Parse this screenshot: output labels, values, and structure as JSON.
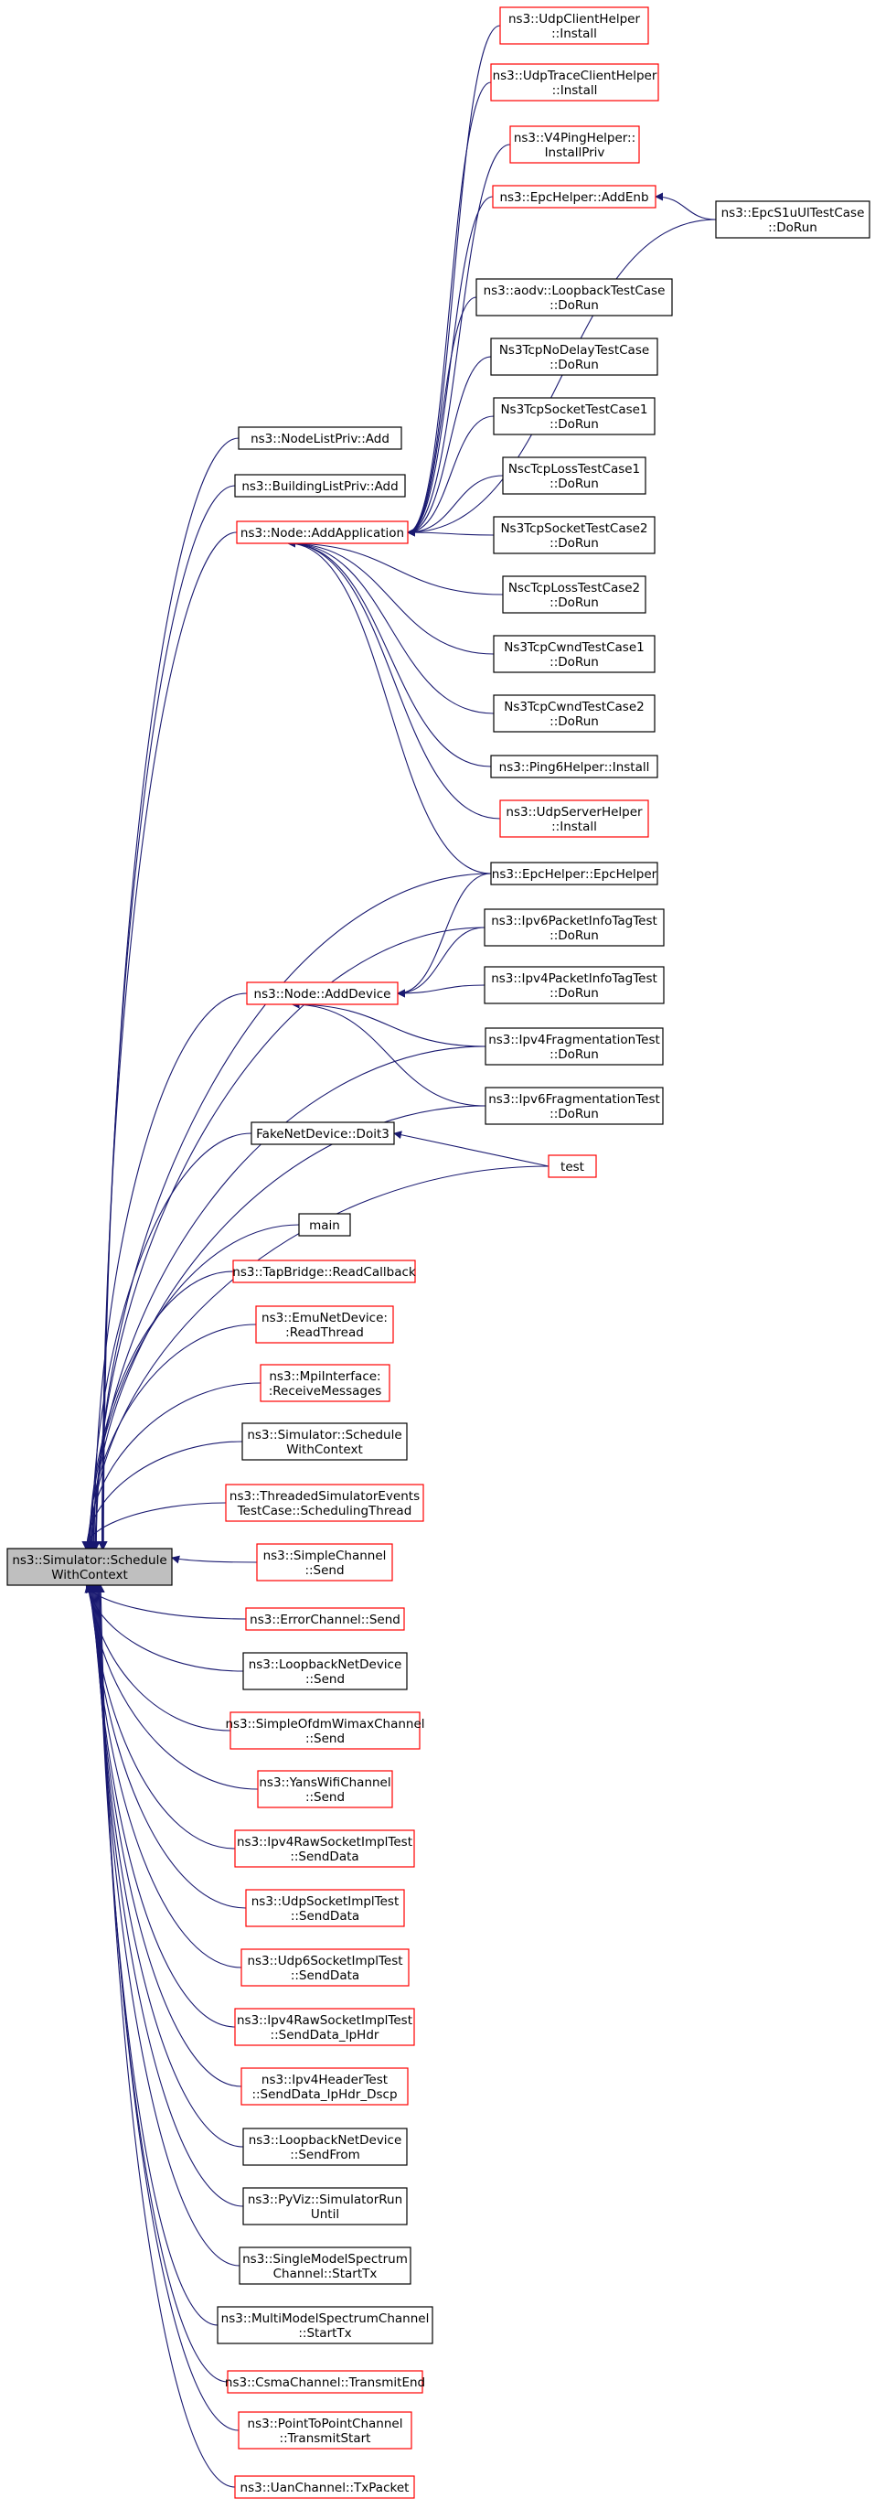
{
  "colors": {
    "edge": "#191970",
    "border_documented": "#000000",
    "border_truncated": "#ff0000",
    "root_fill": "#bfbfbf",
    "node_fill": "#ffffff"
  },
  "nodes": {
    "sim_schedule": {
      "lines": [
        "ns3::Simulator::Schedule",
        "WithContext"
      ],
      "style": "root"
    },
    "udp_client_install": {
      "lines": [
        "ns3::UdpClientHelper",
        "::Install"
      ],
      "style": "truncated"
    },
    "udp_trace_client_install": {
      "lines": [
        "ns3::UdpTraceClientHelper",
        "::Install"
      ],
      "style": "truncated"
    },
    "v4ping_install_priv": {
      "lines": [
        "ns3::V4PingHelper::",
        "InstallPriv"
      ],
      "style": "truncated"
    },
    "epc_add_enb": {
      "lines": [
        "ns3::EpcHelper::AddEnb"
      ],
      "style": "truncated"
    },
    "epc_s1u_doRun": {
      "lines": [
        "ns3::EpcS1uUlTestCase",
        "::DoRun"
      ],
      "style": "normal"
    },
    "aodv_loopback": {
      "lines": [
        "ns3::aodv::LoopbackTestCase",
        "::DoRun"
      ],
      "style": "normal"
    },
    "tcp_nodelay": {
      "lines": [
        "Ns3TcpNoDelayTestCase",
        "::DoRun"
      ],
      "style": "normal"
    },
    "tcp_socket1": {
      "lines": [
        "Ns3TcpSocketTestCase1",
        "::DoRun"
      ],
      "style": "normal"
    },
    "nsc_loss1": {
      "lines": [
        "NscTcpLossTestCase1",
        "::DoRun"
      ],
      "style": "normal"
    },
    "node_list_add": {
      "lines": [
        "ns3::NodeListPriv::Add"
      ],
      "style": "normal"
    },
    "tcp_socket2": {
      "lines": [
        "Ns3TcpSocketTestCase2",
        "::DoRun"
      ],
      "style": "normal"
    },
    "building_list_add": {
      "lines": [
        "ns3::BuildingListPriv::Add"
      ],
      "style": "normal"
    },
    "node_add_app": {
      "lines": [
        "ns3::Node::AddApplication"
      ],
      "style": "truncated"
    },
    "nsc_loss2": {
      "lines": [
        "NscTcpLossTestCase2",
        "::DoRun"
      ],
      "style": "normal"
    },
    "tcp_cwnd1": {
      "lines": [
        "Ns3TcpCwndTestCase1",
        "::DoRun"
      ],
      "style": "normal"
    },
    "tcp_cwnd2": {
      "lines": [
        "Ns3TcpCwndTestCase2",
        "::DoRun"
      ],
      "style": "normal"
    },
    "ping6_install": {
      "lines": [
        "ns3::Ping6Helper::Install"
      ],
      "style": "normal"
    },
    "udp_server_install": {
      "lines": [
        "ns3::UdpServerHelper",
        "::Install"
      ],
      "style": "truncated"
    },
    "epc_helper": {
      "lines": [
        "ns3::EpcHelper::EpcHelper"
      ],
      "style": "normal"
    },
    "ipv6_pkt_info": {
      "lines": [
        "ns3::Ipv6PacketInfoTagTest",
        "::DoRun"
      ],
      "style": "normal"
    },
    "ipv4_pkt_info": {
      "lines": [
        "ns3::Ipv4PacketInfoTagTest",
        "::DoRun"
      ],
      "style": "normal"
    },
    "node_add_device": {
      "lines": [
        "ns3::Node::AddDevice"
      ],
      "style": "truncated"
    },
    "ipv4_frag": {
      "lines": [
        "ns3::Ipv4FragmentationTest",
        "::DoRun"
      ],
      "style": "normal"
    },
    "ipv6_frag": {
      "lines": [
        "ns3::Ipv6FragmentationTest",
        "::DoRun"
      ],
      "style": "normal"
    },
    "fake_doit3": {
      "lines": [
        "FakeNetDevice::Doit3"
      ],
      "style": "normal"
    },
    "test": {
      "lines": [
        "test"
      ],
      "style": "truncated"
    },
    "main": {
      "lines": [
        "main"
      ],
      "style": "normal"
    },
    "tap_read_cb": {
      "lines": [
        "ns3::TapBridge::ReadCallback"
      ],
      "style": "truncated"
    },
    "emu_read_thread": {
      "lines": [
        "ns3::EmuNetDevice:",
        ":ReadThread"
      ],
      "style": "truncated"
    },
    "mpi_recv": {
      "lines": [
        "ns3::MpiInterface:",
        ":ReceiveMessages"
      ],
      "style": "truncated"
    },
    "sim_sched_ctx2": {
      "lines": [
        "ns3::Simulator::Schedule",
        "WithContext"
      ],
      "style": "normal"
    },
    "threaded_sched": {
      "lines": [
        "ns3::ThreadedSimulatorEvents",
        "TestCase::SchedulingThread"
      ],
      "style": "truncated"
    },
    "simple_channel_send": {
      "lines": [
        "ns3::SimpleChannel",
        "::Send"
      ],
      "style": "truncated"
    },
    "error_channel_send": {
      "lines": [
        "ns3::ErrorChannel::Send"
      ],
      "style": "truncated"
    },
    "loopback_send": {
      "lines": [
        "ns3::LoopbackNetDevice",
        "::Send"
      ],
      "style": "normal"
    },
    "ofdm_send": {
      "lines": [
        "ns3::SimpleOfdmWimaxChannel",
        "::Send"
      ],
      "style": "truncated"
    },
    "yans_send": {
      "lines": [
        "ns3::YansWifiChannel",
        "::Send"
      ],
      "style": "truncated"
    },
    "ipv4raw_senddata": {
      "lines": [
        "ns3::Ipv4RawSocketImplTest",
        "::SendData"
      ],
      "style": "truncated"
    },
    "udp_senddata": {
      "lines": [
        "ns3::UdpSocketImplTest",
        "::SendData"
      ],
      "style": "truncated"
    },
    "udp6_senddata": {
      "lines": [
        "ns3::Udp6SocketImplTest",
        "::SendData"
      ],
      "style": "truncated"
    },
    "ipv4raw_senddata_iphdr": {
      "lines": [
        "ns3::Ipv4RawSocketImplTest",
        "::SendData_IpHdr"
      ],
      "style": "truncated"
    },
    "ipv4hdr_senddata_dscp": {
      "lines": [
        "ns3::Ipv4HeaderTest",
        "::SendData_IpHdr_Dscp"
      ],
      "style": "truncated"
    },
    "loopback_sendfrom": {
      "lines": [
        "ns3::LoopbackNetDevice",
        "::SendFrom"
      ],
      "style": "normal"
    },
    "pyviz_run_until": {
      "lines": [
        "ns3::PyViz::SimulatorRun",
        "Until"
      ],
      "style": "normal"
    },
    "single_spectrum_starttx": {
      "lines": [
        "ns3::SingleModelSpectrum",
        "Channel::StartTx"
      ],
      "style": "normal"
    },
    "multi_spectrum_starttx": {
      "lines": [
        "ns3::MultiModelSpectrumChannel",
        "::StartTx"
      ],
      "style": "normal"
    },
    "csma_transmit_end": {
      "lines": [
        "ns3::CsmaChannel::TransmitEnd"
      ],
      "style": "truncated"
    },
    "p2p_transmit_start": {
      "lines": [
        "ns3::PointToPointChannel",
        "::TransmitStart"
      ],
      "style": "truncated"
    },
    "uan_txpacket": {
      "lines": [
        "ns3::UanChannel::TxPacket"
      ],
      "style": "truncated"
    }
  },
  "edges": [
    [
      "udp_client_install",
      "node_add_app"
    ],
    [
      "udp_trace_client_install",
      "node_add_app"
    ],
    [
      "v4ping_install_priv",
      "node_add_app"
    ],
    [
      "epc_add_enb",
      "node_add_app"
    ],
    [
      "epc_s1u_doRun",
      "epc_add_enb"
    ],
    [
      "epc_s1u_doRun",
      "node_add_app"
    ],
    [
      "aodv_loopback",
      "node_add_app"
    ],
    [
      "tcp_nodelay",
      "node_add_app"
    ],
    [
      "tcp_socket1",
      "node_add_app"
    ],
    [
      "nsc_loss1",
      "node_add_app"
    ],
    [
      "tcp_socket2",
      "node_add_app"
    ],
    [
      "nsc_loss2",
      "node_add_app"
    ],
    [
      "tcp_cwnd1",
      "node_add_app"
    ],
    [
      "tcp_cwnd2",
      "node_add_app"
    ],
    [
      "ping6_install",
      "node_add_app"
    ],
    [
      "udp_server_install",
      "node_add_app"
    ],
    [
      "epc_helper",
      "node_add_app"
    ],
    [
      "epc_helper",
      "node_add_device"
    ],
    [
      "ipv6_pkt_info",
      "node_add_device"
    ],
    [
      "ipv4_pkt_info",
      "node_add_device"
    ],
    [
      "ipv4_frag",
      "node_add_device"
    ],
    [
      "ipv6_frag",
      "node_add_device"
    ],
    [
      "test",
      "fake_doit3"
    ],
    [
      "node_list_add",
      "sim_schedule"
    ],
    [
      "building_list_add",
      "sim_schedule"
    ],
    [
      "node_add_app",
      "sim_schedule"
    ],
    [
      "epc_helper",
      "sim_schedule"
    ],
    [
      "ipv6_pkt_info",
      "sim_schedule"
    ],
    [
      "node_add_device",
      "sim_schedule"
    ],
    [
      "ipv4_frag",
      "sim_schedule"
    ],
    [
      "ipv6_frag",
      "sim_schedule"
    ],
    [
      "fake_doit3",
      "sim_schedule"
    ],
    [
      "test",
      "sim_schedule"
    ],
    [
      "main",
      "sim_schedule"
    ],
    [
      "tap_read_cb",
      "sim_schedule"
    ],
    [
      "emu_read_thread",
      "sim_schedule"
    ],
    [
      "mpi_recv",
      "sim_schedule"
    ],
    [
      "sim_sched_ctx2",
      "sim_schedule"
    ],
    [
      "threaded_sched",
      "sim_schedule"
    ],
    [
      "simple_channel_send",
      "sim_schedule"
    ],
    [
      "error_channel_send",
      "sim_schedule"
    ],
    [
      "loopback_send",
      "sim_schedule"
    ],
    [
      "ofdm_send",
      "sim_schedule"
    ],
    [
      "yans_send",
      "sim_schedule"
    ],
    [
      "ipv4raw_senddata",
      "sim_schedule"
    ],
    [
      "udp_senddata",
      "sim_schedule"
    ],
    [
      "udp6_senddata",
      "sim_schedule"
    ],
    [
      "ipv4raw_senddata_iphdr",
      "sim_schedule"
    ],
    [
      "ipv4hdr_senddata_dscp",
      "sim_schedule"
    ],
    [
      "loopback_sendfrom",
      "sim_schedule"
    ],
    [
      "pyviz_run_until",
      "sim_schedule"
    ],
    [
      "single_spectrum_starttx",
      "sim_schedule"
    ],
    [
      "multi_spectrum_starttx",
      "sim_schedule"
    ],
    [
      "csma_transmit_end",
      "sim_schedule"
    ],
    [
      "p2p_transmit_start",
      "sim_schedule"
    ],
    [
      "uan_txpacket",
      "sim_schedule"
    ]
  ]
}
